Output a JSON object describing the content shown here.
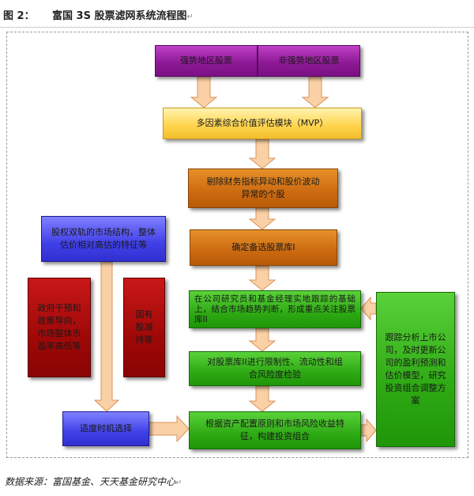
{
  "header": {
    "figure_label": "图 2：",
    "title": "富国 3S 股票滤网系统流程图"
  },
  "paragraph_mark": "↵",
  "boxes": {
    "strong_region": "强势地区股票",
    "non_strong_region": "非强势地区股票",
    "mvp": "多因素综合价值评估模块（MVP）",
    "remove_abnormal": "剔除财务指标异动和股价波动异常的个股",
    "candidate_pool": "确定备选股票库I",
    "focus_pool": "在公司研究员和基金经理实地跟踪的基础上，结合市场趋势判断，形成重点关注股票库II",
    "risk_check": "对股票库II进行限制性、流动性和组合风险度检验",
    "build_portfolio": "根据资产配置原则和市场风险收益特征，构建投资组合",
    "tracking": "跟踪分析上市公司，及时更新公司的盈利预测和估价模型，研究投资组合调整方案",
    "market_structure": "股权双轨的市场结构，整体估价相对高估的特征等",
    "gov_intervention": "政府干预和政策导向，市场整体市盈率高低等",
    "state_holdings": "国有股减持等",
    "timing": "适度时机选择"
  },
  "colors": {
    "purple": "#8e1a96",
    "yellow": "#ffd34a",
    "orange": "#cc6a10",
    "green": "#2eaa14",
    "blue": "#4040e8",
    "red": "#a00808",
    "arrow_fill": "#fad0a6",
    "arrow_stroke": "#d8935a"
  },
  "footer": {
    "source": "数据来源：富国基金、天天基金研究中心"
  }
}
